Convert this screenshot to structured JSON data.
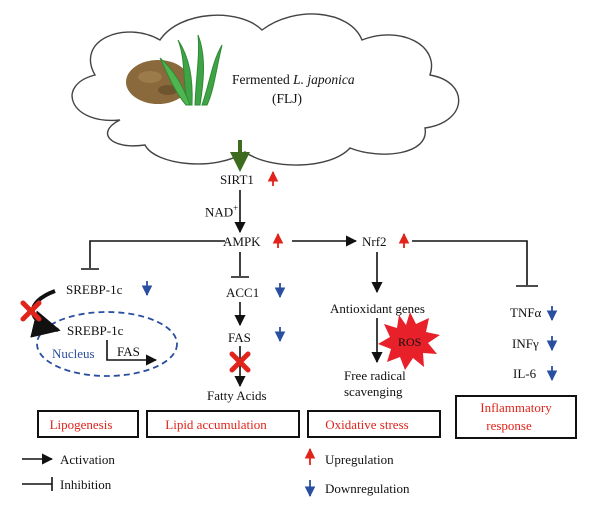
{
  "cloud": {
    "line1_prefix": "Fermented ",
    "line1_italic": "L. japonica",
    "line2": "(FLJ)"
  },
  "nodes": {
    "sirt1": "SIRT1",
    "nad": "NAD",
    "nad_sup": "+",
    "ampk": "AMPK",
    "nrf2": "Nrf2",
    "srebp_top": "SREBP-1c",
    "srebp_inner": "SREBP-1c",
    "nucleus": "Nucleus",
    "fas_small": "FAS",
    "acc1": "ACC1",
    "fas": "FAS",
    "fatty_acids": "Fatty Acids",
    "antioxidant_genes": "Antioxidant genes",
    "ros": "ROS",
    "free_radical_1": "Free radical",
    "free_radical_2": "scavenging",
    "tnf": "TNFα",
    "inf": "INFγ",
    "il6": "IL-6"
  },
  "outcomes": {
    "lipogenesis": "Lipogenesis",
    "lipid_accumulation": "Lipid accumulation",
    "oxidative_stress": "Oxidative stress",
    "inflammatory_1": "Inflammatory",
    "inflammatory_2": "response"
  },
  "legend": {
    "activation": "Activation",
    "inhibition": "Inhibition",
    "upregulation": "Upregulation",
    "downregulation": "Downregulation"
  },
  "colors": {
    "up": "#e0241b",
    "down": "#2a4fa0",
    "inhibit_cross": "#e0241b",
    "main_arrow": "#3d6b1f"
  }
}
